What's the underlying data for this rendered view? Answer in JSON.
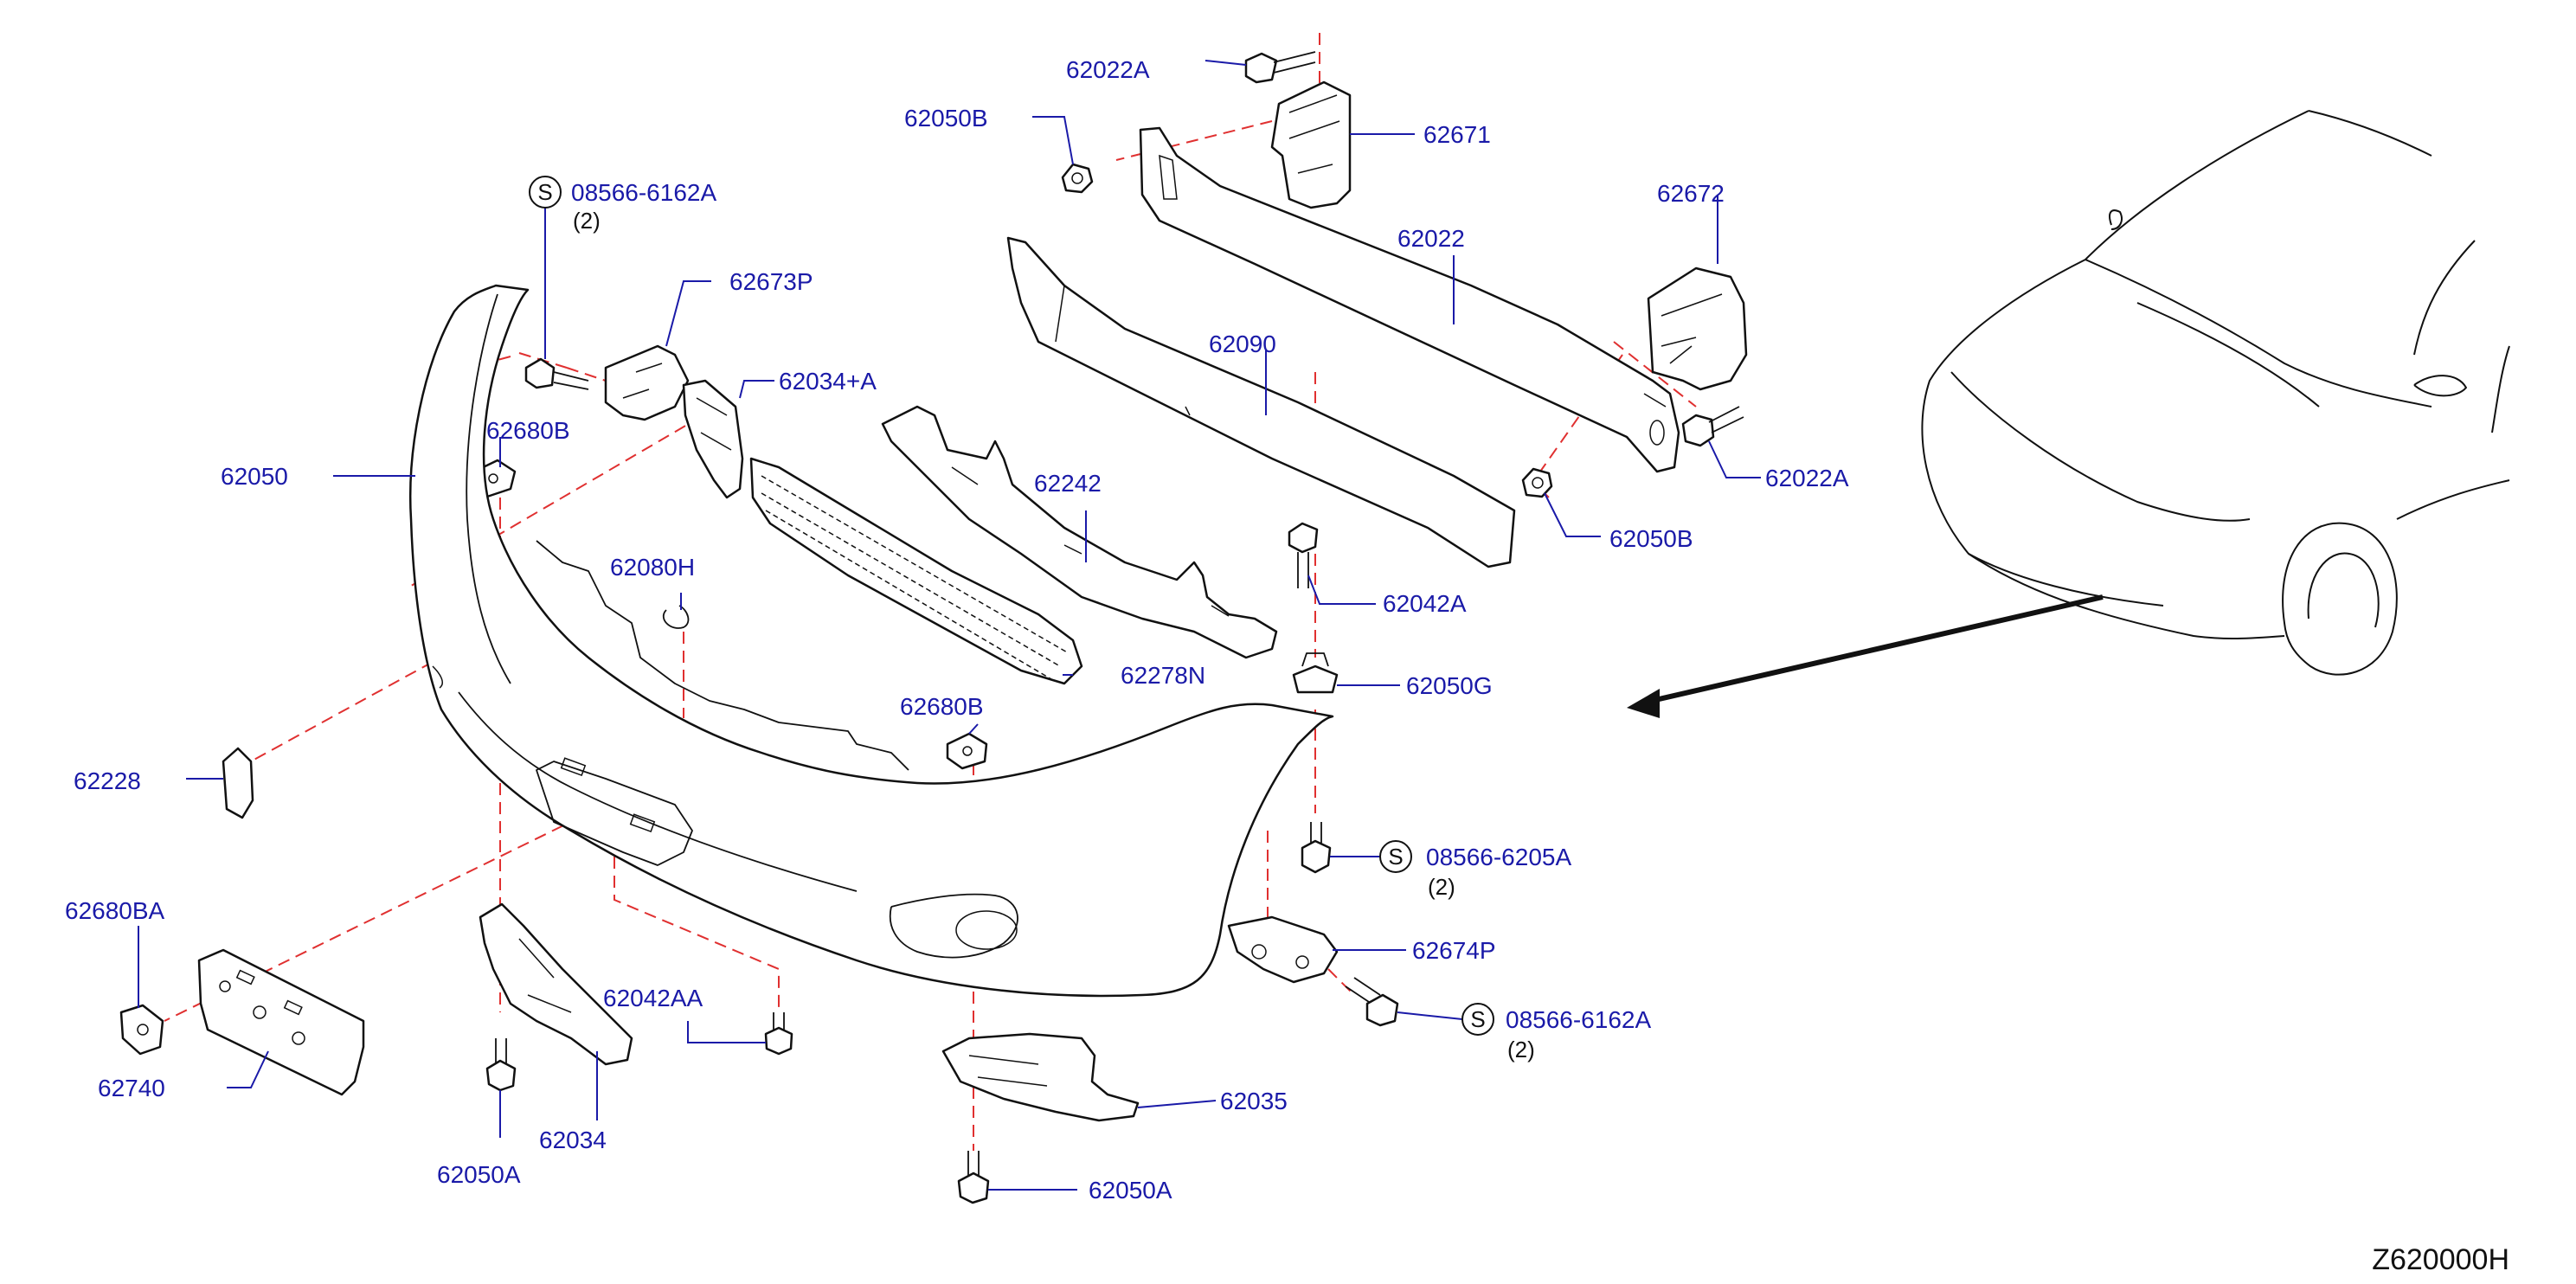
{
  "diagram_code": "Z620000H",
  "labels": {
    "p62022A_top": "62022A",
    "p62050B_top": "62050B",
    "p62671": "62671",
    "p08566_6162A_top": "08566-6162A",
    "p08566_6162A_top_qty": "(2)",
    "p62673P": "62673P",
    "p62022": "62022",
    "p62672": "62672",
    "p62034A": "62034+A",
    "p62090": "62090",
    "p62680B_left": "62680B",
    "p62050": "62050",
    "p62242": "62242",
    "p62022A_right": "62022A",
    "p62050B_right": "62050B",
    "p62080H": "62080H",
    "p62042A": "62042A",
    "p62278N": "62278N",
    "p62050G": "62050G",
    "p62680B_mid": "62680B",
    "p62228": "62228",
    "p08566_6205A": "08566-6205A",
    "p08566_6205A_qty": "(2)",
    "p62680BA": "62680BA",
    "p62674P": "62674P",
    "p62042AA": "62042AA",
    "p08566_6162A_bottom": "08566-6162A",
    "p08566_6162A_bottom_qty": "(2)",
    "p62740": "62740",
    "p62035": "62035",
    "p62034": "62034",
    "p62050A_left": "62050A",
    "p62050A_right": "62050A"
  },
  "s_marker": "S",
  "colors": {
    "label_text": "#1a1aa8",
    "leader_line": "#1a1aa8",
    "dashed_connector": "#e03030",
    "outline": "#111111"
  }
}
